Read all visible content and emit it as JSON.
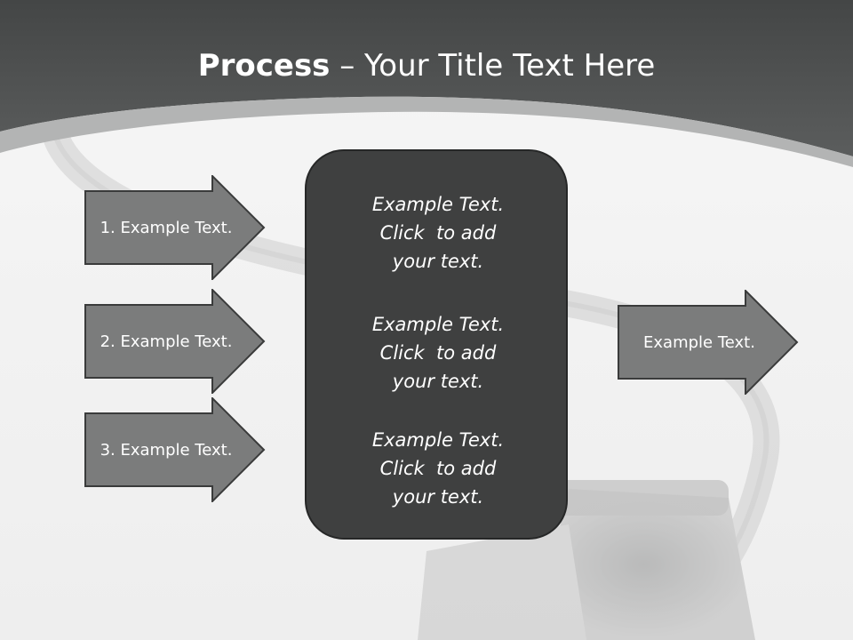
{
  "slide": {
    "title_bold": "Process",
    "title_rest": " – Your Title Text Here"
  },
  "left_arrows": [
    {
      "label": "1. Example Text."
    },
    {
      "label": "2. Example Text."
    },
    {
      "label": "3. Example Text."
    }
  ],
  "center_box": {
    "blocks": [
      {
        "lines": [
          "Example Text.",
          "Click  to add",
          "your text."
        ]
      },
      {
        "lines": [
          "Example Text.",
          "Click  to add",
          "your text."
        ]
      },
      {
        "lines": [
          "Example Text.",
          "Click  to add",
          "your text."
        ]
      }
    ]
  },
  "right_arrow": {
    "label": "Example Text."
  },
  "colors": {
    "header": "#4a4c4c",
    "arrow_fill": "#7b7c7c",
    "arrow_border": "#3a3b3b",
    "center_fill": "#3f4040"
  }
}
